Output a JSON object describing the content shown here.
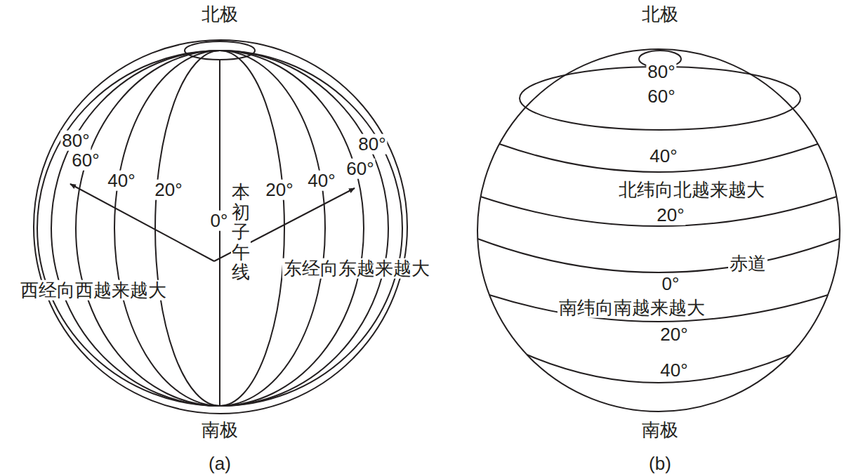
{
  "diagram": {
    "labels": [
      "北极",
      "80°",
      "60°",
      "40°",
      "20°",
      "本初子午线",
      "0°",
      "20°",
      "40°",
      "60°",
      "80°",
      "西经向西越来越大",
      "东经向东越来越大",
      "南极",
      "(a)",
      "北极",
      "80°",
      "60°",
      "40°",
      "北纬向北越来越大",
      "20°",
      "赤道",
      "0°",
      "南纬向南越来越大",
      "20°",
      "40°",
      "南极",
      "(b)"
    ]
  }
}
